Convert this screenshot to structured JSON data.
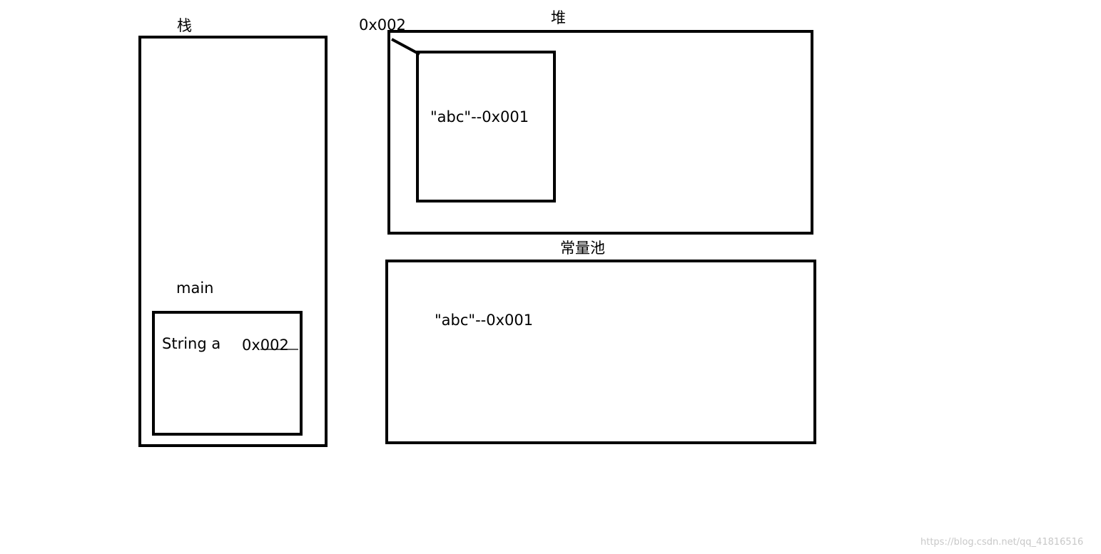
{
  "stack": {
    "title": "栈",
    "frame_label": "main",
    "variable": "String a",
    "variable_value": "0x002"
  },
  "heap": {
    "title": "堆",
    "object_address": "0x002",
    "object_content": "\"abc\"--0x001"
  },
  "constant_pool": {
    "title": "常量池",
    "entry": "\"abc\"--0x001"
  },
  "watermark": "https://blog.csdn.net/qq_41816516"
}
